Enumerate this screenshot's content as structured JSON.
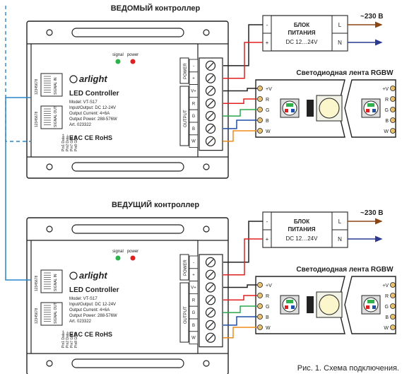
{
  "caption": "Рис. 1. Схема подключения.",
  "slave": {
    "title": "ВЕДОМЫЙ контроллер",
    "brand": "arlight",
    "product": "LED Controller",
    "specs": [
      "Model: VT-S17",
      "Input/Output: DC 12-24V",
      "Output Current: 4×6A",
      "Output Power: 288-576W",
      "Art. 023322"
    ],
    "led_labels": [
      "signal",
      "power"
    ],
    "port_labels": [
      "SIGNAL IN",
      "SIGNAL OUT"
    ],
    "port_digits": "12345678",
    "pin_legend": [
      "Pin1 Data+",
      "Pin2 Data-",
      "Pin7 GND",
      "Pin8 GND"
    ],
    "cert": "EAC CE RoHS",
    "power_label": "POWER",
    "output_label": "OUTPUT",
    "terminals": [
      "-",
      "+",
      "V+",
      "R",
      "G",
      "B",
      "W"
    ],
    "psu": {
      "title1": "БЛОК",
      "title2": "ПИТАНИЯ",
      "spec": "DC 12…24V",
      "minus": "-",
      "plus": "+",
      "l": "L",
      "n": "N"
    },
    "mains": "~230 В",
    "strip": {
      "title": "Светодиодная лента RGBW",
      "pins": [
        "+V",
        "R",
        "G",
        "B",
        "W"
      ]
    }
  },
  "master": {
    "title": "ВЕДУЩИЙ контроллер",
    "brand": "arlight",
    "product": "LED Controller",
    "specs": [
      "Model: VT-S17",
      "Input/Output: DC 12-24V",
      "Output Current: 4×6A",
      "Output Power: 288-576W",
      "Art. 023322"
    ],
    "led_labels": [
      "signal",
      "power"
    ],
    "port_labels": [
      "SIGNAL IN",
      "SIGNAL OUT"
    ],
    "port_digits": "12345678",
    "pin_legend": [
      "Pin1 Data+",
      "Pin2 Data-",
      "Pin7 GND",
      "Pin8 GND"
    ],
    "cert": "EAC CE RoHS",
    "power_label": "POWER",
    "output_label": "OUTPUT",
    "terminals": [
      "-",
      "+",
      "V+",
      "R",
      "G",
      "B",
      "W"
    ],
    "psu": {
      "title1": "БЛОК",
      "title2": "ПИТАНИЯ",
      "spec": "DC 12…24V",
      "minus": "-",
      "plus": "+",
      "l": "L",
      "n": "N"
    },
    "mains": "~230 В",
    "strip": {
      "title": "Светодиодная лента RGBW",
      "pins": [
        "+V",
        "R",
        "G",
        "B",
        "W"
      ]
    }
  },
  "colors": {
    "wire_black": "#222222",
    "wire_red": "#e02020",
    "wire_green": "#2aa84a",
    "wire_blue": "#1f4fa8",
    "wire_orange": "#f08a1c",
    "mains_brown": "#8b4513",
    "mains_navy": "#2b3a8f",
    "signal_cable": "#2a86c8",
    "led_green": "#2fb24c",
    "led_red": "#e02020"
  }
}
